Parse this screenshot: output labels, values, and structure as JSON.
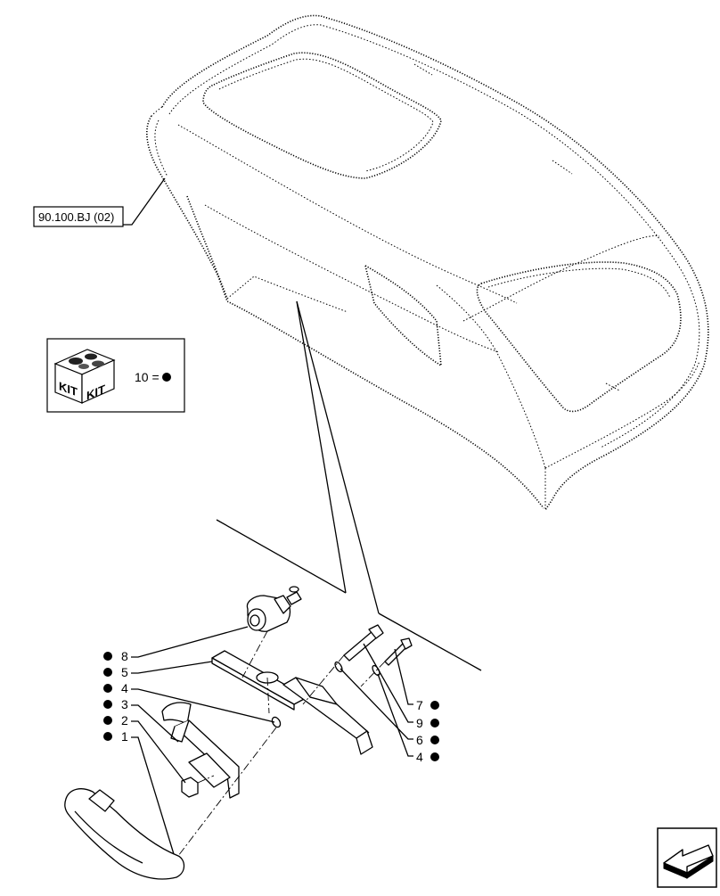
{
  "reference_label": "90.100.BJ (02)",
  "kit": {
    "icon_text_left": "KIT",
    "icon_text_right": "KIT",
    "legend_label": "10 ="
  },
  "callouts_left": [
    {
      "num": "8",
      "kit": true
    },
    {
      "num": "5",
      "kit": true
    },
    {
      "num": "4",
      "kit": true
    },
    {
      "num": "3",
      "kit": true
    },
    {
      "num": "2",
      "kit": true
    },
    {
      "num": "1",
      "kit": true
    }
  ],
  "callouts_right": [
    {
      "num": "7",
      "kit": true
    },
    {
      "num": "9",
      "kit": true
    },
    {
      "num": "6",
      "kit": true
    },
    {
      "num": "4",
      "kit": true
    }
  ],
  "nav_icon": "previous-page-arrow-icon"
}
